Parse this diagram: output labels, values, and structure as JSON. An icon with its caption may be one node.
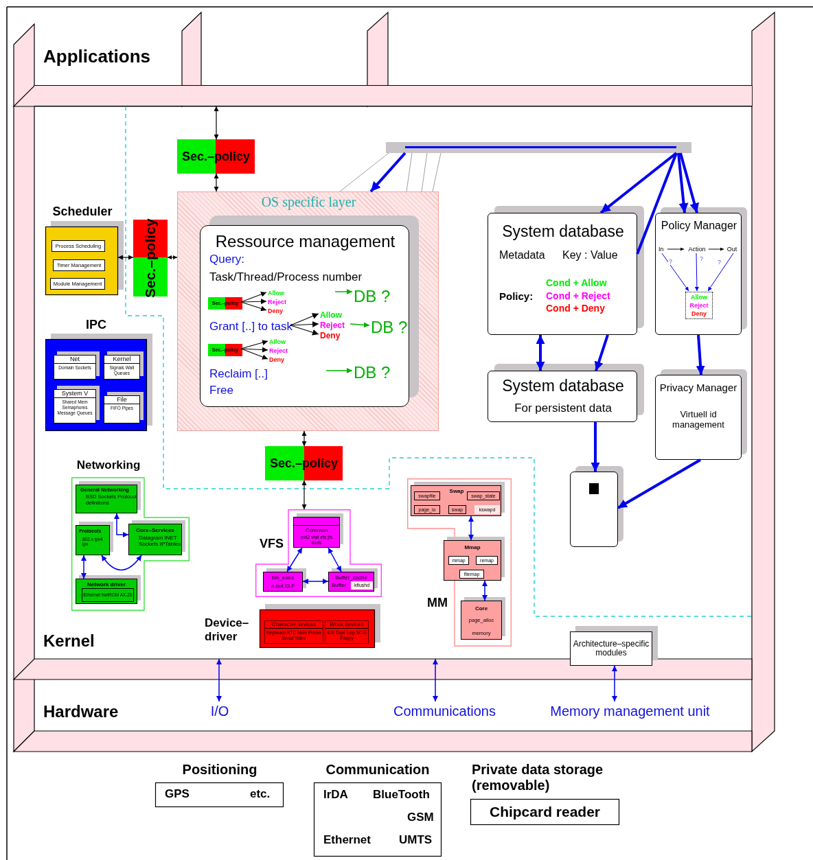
{
  "diagram": {
    "nodes": [
      {
        "text": [
          "Applications"
        ]
      },
      {
        "text": [
          "Kernel"
        ]
      },
      {
        "text": [
          "Hardware"
        ]
      },
      {
        "text": [
          "I/O"
        ],
        "in": 2
      },
      {
        "text": [
          "Communications"
        ],
        "in": 2
      },
      {
        "text": [
          "Memory management unit"
        ],
        "in": 2
      },
      {
        "text": [
          "Sec.–policy"
        ],
        "in": 1
      },
      {
        "text": [],
        "shape": "bar",
        "in": 1
      },
      {
        "text": [
          "Scheduler"
        ],
        "in": 1
      },
      {
        "text": [
          "Process Scheduling"
        ],
        "in": 8
      },
      {
        "text": [
          "Timer Management"
        ],
        "in": 8
      },
      {
        "text": [
          "Module Management"
        ],
        "in": 8
      },
      {
        "text": [
          "Sec.–policy"
        ],
        "in": 1
      },
      {
        "text": [
          "OS specific layer"
        ],
        "in": 1
      },
      {
        "text": [
          "Ressource management",
          "Query:",
          "Task/Thread/Process number",
          "Reclaim [..]",
          "Free"
        ],
        "in": 13
      },
      {
        "text": [
          "Sec.–policy"
        ],
        "in": 14
      },
      {
        "text": [
          "Allow"
        ],
        "in": 14
      },
      {
        "text": [
          "Reject"
        ],
        "in": 14
      },
      {
        "text": [
          "Deny"
        ],
        "in": 14
      },
      {
        "text": [
          "DB ?"
        ],
        "in": 14
      },
      {
        "text": [
          "Grant [..] to task"
        ],
        "in": 14
      },
      {
        "text": [
          "Allow"
        ],
        "in": 14
      },
      {
        "text": [
          "Reject"
        ],
        "in": 14
      },
      {
        "text": [
          "Deny"
        ],
        "in": 14
      },
      {
        "text": [
          "DB ?"
        ],
        "in": 14
      },
      {
        "text": [
          "Sec.–policy"
        ],
        "in": 14
      },
      {
        "text": [
          "Allow"
        ],
        "in": 14
      },
      {
        "text": [
          "Reject"
        ],
        "in": 14
      },
      {
        "text": [
          "Deny"
        ],
        "in": 14
      },
      {
        "text": [
          "DB ?"
        ],
        "in": 14
      },
      {
        "text": [
          "System database",
          "Metadata",
          "Key : Value",
          "Policy:",
          "Cond + Allow",
          "Cond + Reject",
          "Cond + Deny"
        ],
        "in": 1
      },
      {
        "text": [
          "Policy Manager"
        ],
        "in": 1
      },
      {
        "text": [
          "In"
        ],
        "in": 31
      },
      {
        "text": [
          "Action"
        ],
        "in": 31
      },
      {
        "text": [
          "Out"
        ],
        "in": 31
      },
      {
        "text": [
          "Allow",
          "Reject",
          "Deny"
        ],
        "in": 31
      },
      {
        "text": [
          "System database",
          "For persistent data"
        ],
        "in": 1
      },
      {
        "text": [
          "Privacy Manager",
          "Virtuell id management"
        ],
        "in": 1
      },
      {
        "text": [],
        "shape": "card",
        "in": 1
      },
      {
        "text": [
          "IPC"
        ],
        "in": 1
      },
      {
        "text": [
          "Net",
          "Domain Sockets"
        ],
        "in": 39
      },
      {
        "text": [
          "Kernel",
          "Signals Wait Queues"
        ],
        "in": 39
      },
      {
        "text": [
          "System V",
          "Shared Mem Semaphores Message Queues"
        ],
        "in": 39
      },
      {
        "text": [
          "File",
          "FIFO Pipes"
        ],
        "in": 39
      },
      {
        "text": [
          "Sec.–policy"
        ],
        "in": 1
      },
      {
        "text": [
          "Networking"
        ],
        "in": 1
      },
      {
        "text": [
          "General Networking",
          "BSD Sockets Protocol definitions"
        ],
        "in": 45
      },
      {
        "text": [
          "Protocols",
          "802.x ipv4 ipx"
        ],
        "in": 45
      },
      {
        "text": [
          "Core–Services",
          "Datagram INET Sockets IPTables"
        ],
        "in": 45
      },
      {
        "text": [
          "Network driver"
        ],
        "in": 45
      },
      {
        "text": [
          "Ethernet NetROM AX.25"
        ],
        "in": 49
      },
      {
        "text": [
          "VFS"
        ],
        "in": 1
      },
      {
        "text": [
          "Common",
          "ext2 vfat xfs jfs isofs"
        ],
        "in": 51
      },
      {
        "text": [
          "bin_exec",
          "a.out ELF"
        ],
        "in": 51
      },
      {
        "text": [
          "Buffer_cache",
          "Buffer"
        ],
        "in": 51
      },
      {
        "text": [
          "kflushd"
        ],
        "in": 54
      },
      {
        "text": [
          "MM"
        ],
        "in": 1
      },
      {
        "text": [
          "Swap"
        ],
        "in": 56
      },
      {
        "text": [
          "swapfile"
        ],
        "in": 57
      },
      {
        "text": [
          "swap_state"
        ],
        "in": 57
      },
      {
        "text": [
          "page_io"
        ],
        "in": 57
      },
      {
        "text": [
          "swap"
        ],
        "in": 57
      },
      {
        "text": [
          "kswapd"
        ],
        "in": 57
      },
      {
        "text": [
          "Mmap"
        ],
        "in": 56
      },
      {
        "text": [
          "mmap"
        ],
        "in": 63
      },
      {
        "text": [
          "remap"
        ],
        "in": 63
      },
      {
        "text": [
          "filemap"
        ],
        "in": 63
      },
      {
        "text": [
          "Core",
          "page_alloc",
          "memory"
        ],
        "in": 56
      },
      {
        "text": [
          "Device–driver"
        ],
        "in": 1
      },
      {
        "text": [
          "Character devices",
          "Keyboard RTC Mem Printer Serial Video"
        ],
        "in": 68
      },
      {
        "text": [
          "Block devices",
          "IDE Tape loop SCSI Floppy"
        ],
        "in": 68
      },
      {
        "text": [
          "Architecture–specific modules"
        ],
        "in": 1
      },
      {
        "text": [
          "Positioning",
          "GPS",
          "etc."
        ]
      },
      {
        "text": [
          "Communication",
          "IrDA",
          "BlueTooth",
          "GSM",
          "Ethernet",
          "UMTS"
        ]
      },
      {
        "text": [
          "Private data storage (removable)",
          "Chipcard reader"
        ]
      }
    ],
    "edges": [
      {
        "from": 0,
        "to": 6,
        "arrow": "both",
        "color": "#000000"
      },
      {
        "from": 6,
        "to": 13,
        "arrow": "both",
        "color": "#000000"
      },
      {
        "from": 8,
        "to": 12,
        "arrow": "both",
        "color": "#000000"
      },
      {
        "from": 12,
        "to": 13,
        "arrow": "both",
        "color": "#000000"
      },
      {
        "from": 13,
        "to": 44,
        "arrow": "both",
        "color": "#000000"
      },
      {
        "from": 44,
        "to": 51,
        "arrow": "both",
        "color": "#000000"
      },
      {
        "from": 7,
        "to": 13,
        "arrow": "to",
        "style": "thick"
      },
      {
        "from": 7,
        "to": 30,
        "arrow": "to",
        "style": "thick"
      },
      {
        "from": 7,
        "to": 31,
        "arrow": "to",
        "style": "thick"
      },
      {
        "from": 7,
        "to": 31,
        "arrow": "to",
        "style": "thick"
      },
      {
        "from": 7,
        "to": 30,
        "arrow": "none",
        "style": "thick"
      },
      {
        "from": 13,
        "to": 7,
        "arrow": "none",
        "color": "#a0a0a0"
      },
      {
        "from": 13,
        "to": 7,
        "arrow": "none",
        "color": "#a0a0a0"
      },
      {
        "from": 13,
        "to": 7,
        "arrow": "none",
        "color": "#a0a0a0"
      },
      {
        "from": 13,
        "to": 7,
        "arrow": "none",
        "color": "#a0a0a0"
      },
      {
        "from": 30,
        "to": 36,
        "arrow": "both",
        "style": "thick"
      },
      {
        "from": 30,
        "to": 36,
        "arrow": "to",
        "style": "thick"
      },
      {
        "from": 31,
        "to": 37,
        "arrow": "to",
        "style": "thick"
      },
      {
        "from": 36,
        "to": 38,
        "arrow": "to",
        "style": "thick"
      },
      {
        "from": 37,
        "to": 38,
        "arrow": "to",
        "style": "thick"
      },
      {
        "from": 15,
        "to": 16,
        "arrow": "to",
        "color": "#000000"
      },
      {
        "from": 15,
        "to": 17,
        "arrow": "to",
        "color": "#000000"
      },
      {
        "from": 15,
        "to": 18,
        "arrow": "to",
        "color": "#000000"
      },
      {
        "from": 20,
        "to": 21,
        "arrow": "to",
        "color": "#000000"
      },
      {
        "from": 20,
        "to": 22,
        "arrow": "to",
        "color": "#000000"
      },
      {
        "from": 20,
        "to": 23,
        "arrow": "to",
        "color": "#000000"
      },
      {
        "from": 22,
        "to": 24,
        "arrow": "to",
        "color": "#00b000"
      },
      {
        "from": null,
        "to": 19,
        "arrow": "to",
        "color": "#00b000"
      },
      {
        "from": 25,
        "to": 26,
        "arrow": "to",
        "color": "#000000"
      },
      {
        "from": 25,
        "to": 27,
        "arrow": "to",
        "color": "#000000"
      },
      {
        "from": 25,
        "to": 28,
        "arrow": "to",
        "color": "#000000"
      },
      {
        "from": null,
        "to": 29,
        "arrow": "to",
        "color": "#00b000"
      },
      {
        "from": 32,
        "to": 33,
        "arrow": "to",
        "color": "#000000"
      },
      {
        "from": 33,
        "to": 34,
        "arrow": "to",
        "color": "#000000"
      },
      {
        "from": 32,
        "to": 35,
        "arrow": "to",
        "label": "?"
      },
      {
        "from": 33,
        "to": 35,
        "arrow": "to",
        "label": "?"
      },
      {
        "from": 34,
        "to": 35,
        "arrow": "to",
        "label": "?"
      },
      {
        "from": 46,
        "to": 48,
        "arrow": "both"
      },
      {
        "from": 47,
        "to": 48,
        "arrow": "both"
      },
      {
        "from": 47,
        "to": 49,
        "arrow": "both"
      },
      {
        "from": 52,
        "to": 53,
        "arrow": "both"
      },
      {
        "from": 52,
        "to": 54,
        "arrow": "both"
      },
      {
        "from": 53,
        "to": 54,
        "arrow": "both"
      },
      {
        "from": 57,
        "to": 63,
        "arrow": "both"
      },
      {
        "from": 63,
        "to": 67,
        "arrow": "both"
      },
      {
        "from": 1,
        "to": 3,
        "arrow": "both"
      },
      {
        "from": 1,
        "to": 4,
        "arrow": "both"
      },
      {
        "from": 71,
        "to": 5,
        "arrow": "both"
      }
    ]
  }
}
